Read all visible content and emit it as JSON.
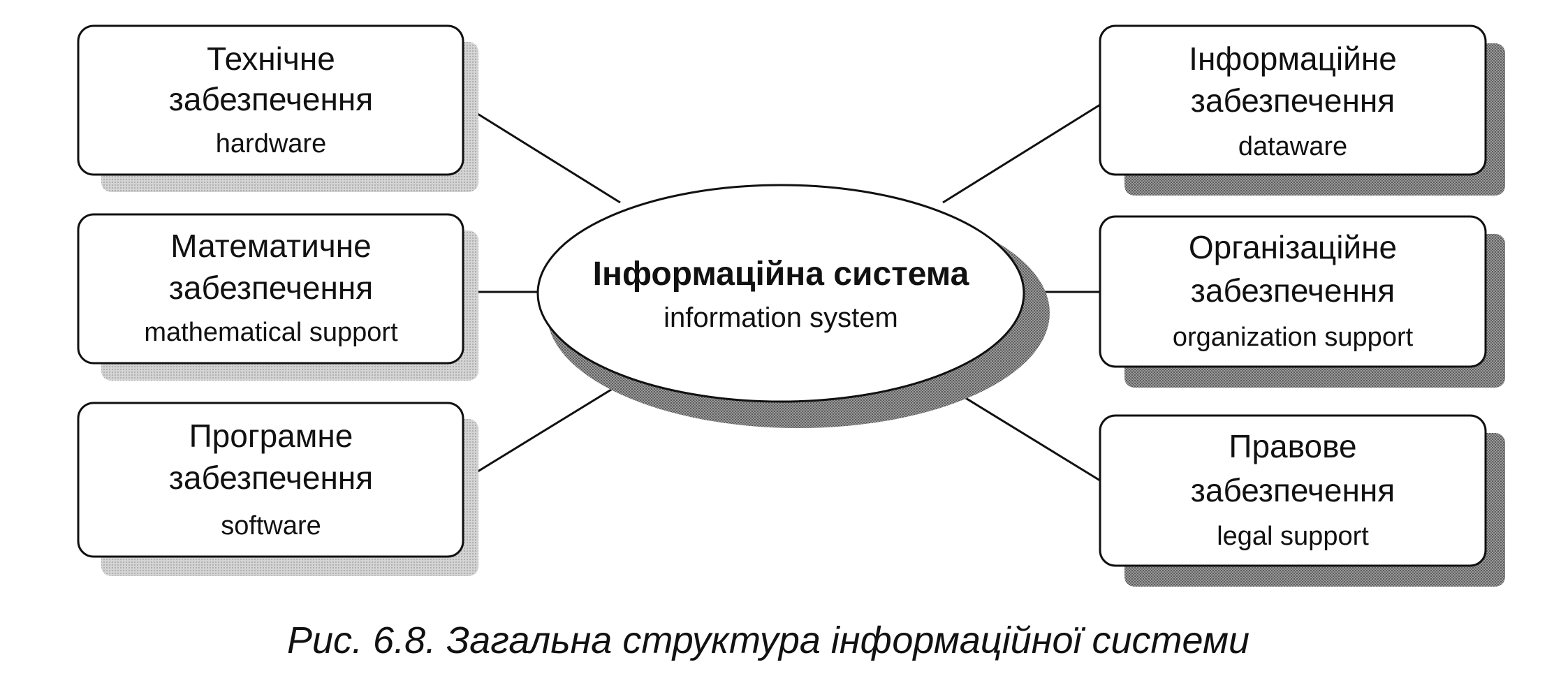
{
  "center": {
    "title": "Інформаційна система",
    "subtitle": "information system"
  },
  "nodes": [
    {
      "id": "hardware",
      "line1": "Технічне",
      "line2": "забезпечення",
      "line3": "hardware"
    },
    {
      "id": "mathematical",
      "line1": "Математичне",
      "line2": "забезпечення",
      "line3": "mathematical support"
    },
    {
      "id": "software",
      "line1": "Програмне",
      "line2": "забезпечення",
      "line3": "software"
    },
    {
      "id": "dataware",
      "line1": "Інформаційне",
      "line2": "забезпечення",
      "line3": "dataware"
    },
    {
      "id": "organization",
      "line1": "Організаційне",
      "line2": "забезпечення",
      "line3": "organization support"
    },
    {
      "id": "legal",
      "line1": "Правове",
      "line2": "забезпечення",
      "line3": "legal  support"
    }
  ],
  "caption": "Рис. 6.8. Загальна структура інформаційної системи",
  "colors": {
    "stroke": "#111111",
    "shadow": "#8a8a8a",
    "background": "#ffffff"
  }
}
